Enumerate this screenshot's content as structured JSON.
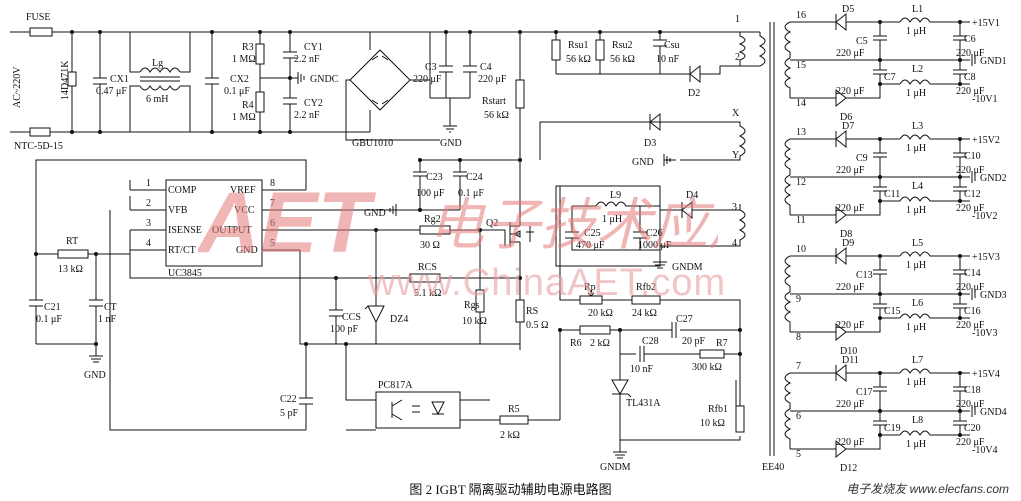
{
  "caption": "图 2  IGBT 隔离驱动辅助电源电路图",
  "watermark": {
    "logo": "AET",
    "brand_cn": "电子技术应用",
    "url": "www.ChinaAET.com"
  },
  "corner_mark": "电子发烧友 www.elecfans.com",
  "labels": {
    "fuse": "FUSE",
    "ac": "AC~220V",
    "varistor": "14D471K",
    "ntc": "NTC-5D-15",
    "cx1_n": "CX1",
    "cx1_v": "0.47 μF",
    "lg_n": "Lg",
    "lg_v": "6 mH",
    "r3_n": "R3",
    "r3_v": "1 MΩ",
    "cx2_n": "CX2",
    "cx2_v": "0.1 μF",
    "r4_n": "R4",
    "r4_v": "1 MΩ",
    "cy1_n": "CY1",
    "cy1_v": "2.2 nF",
    "gndc": "GNDC",
    "cy2_n": "CY2",
    "cy2_v": "2.2 nF",
    "bridge": "GBU1010",
    "c3_n": "C3",
    "c3_v": "220 μF",
    "c4_n": "C4",
    "c4_v": "220 μF",
    "gnd": "GND",
    "rsu1_n": "Rsu1",
    "rsu1_v": "56 kΩ",
    "rsu2_n": "Rsu2",
    "rsu2_v": "56 kΩ",
    "csu_n": "Csu",
    "csu_v": "10 nF",
    "d2": "D2",
    "rstart_n": "Rstart",
    "rstart_v": "56 kΩ",
    "d3": "D3",
    "p1": "1",
    "p2": "2",
    "px": "X",
    "py": "Y",
    "ic": "UC3845",
    "pin1": "COMP",
    "pin2": "VFB",
    "pin3": "ISENSE",
    "pin4": "RT/CT",
    "pin8": "VREF",
    "pin7": "VCC",
    "pin6": "OUTPUT",
    "pin5": "GND",
    "n1": "1",
    "n2": "2",
    "n3": "3",
    "n4": "4",
    "n5": "5",
    "n6": "6",
    "n7": "7",
    "n8": "8",
    "c23_n": "C23",
    "c23_v": "100 μF",
    "c24_n": "C24",
    "c24_v": "0.1 μF",
    "rg2_n": "Rg2",
    "rg2_v": "30 Ω",
    "q2": "Q2",
    "rcs_n": "RCS",
    "rcs_v": "5.1 kΩ",
    "rgs_n": "Rgs",
    "rgs_v": "10 kΩ",
    "rs_n": "RS",
    "rs_v": "0.5 Ω",
    "rt_n": "RT",
    "rt_v": "13 kΩ",
    "c21_n": "C21",
    "c21_v": "0.1 μF",
    "ct_n": "CT",
    "ct_v": "1 nF",
    "ccs_n": "CCS",
    "ccs_v": "100 pF",
    "dz4": "DZ4",
    "c22_n": "C22",
    "c22_v": "5 pF",
    "pc817": "PC817A",
    "r5_n": "R5",
    "r5_v": "2 kΩ",
    "l9_n": "L9",
    "l9_v": "1 μH",
    "c25_n": "C25",
    "c25_v": "470 μF",
    "c26_n": "C26",
    "c26_v": "1000 μF",
    "d4": "D4",
    "gndm": "GNDM",
    "p3": "3",
    "p4": "4",
    "rp_n": "Rp",
    "rp_v": "20 kΩ",
    "rfb2_n": "Rfb2",
    "rfb2_v": "24 kΩ",
    "r6_n": "R6",
    "r6_v": "2 kΩ",
    "c28_n": "C28",
    "c28_v": "10 nF",
    "c27_n": "C27",
    "c27_v": "20 pF",
    "r7_n": "R7",
    "r7_v": "300 kΩ",
    "tl431": "TL431A",
    "rfb1_n": "Rfb1",
    "rfb1_v": "10 kΩ",
    "xfmr": "EE40"
  },
  "outputs": [
    {
      "p_top": "16",
      "p_mid": "15",
      "p_bot": "14",
      "d_top": "D5",
      "d_bot": "D6",
      "l1": "L1",
      "l2": "L2",
      "lv": "1 μH",
      "ca": "C5",
      "cb": "C6",
      "cc": "C7",
      "cd": "C8",
      "cv": "220 μF",
      "vp": "+15V1",
      "g": "GND1",
      "vn": "-10V1"
    },
    {
      "p_top": "13",
      "p_mid": "12",
      "p_bot": "11",
      "d_top": "D7",
      "d_bot": "D8",
      "l1": "L3",
      "l2": "L4",
      "lv": "1 μH",
      "ca": "C9",
      "cb": "C10",
      "cc": "C11",
      "cd": "C12",
      "cv": "220 μF",
      "vp": "+15V2",
      "g": "GND2",
      "vn": "-10V2"
    },
    {
      "p_top": "10",
      "p_mid": "9",
      "p_bot": "8",
      "d_top": "D9",
      "d_bot": "D10",
      "l1": "L5",
      "l2": "L6",
      "lv": "1 μH",
      "ca": "C13",
      "cb": "C14",
      "cc": "C15",
      "cd": "C16",
      "cv": "220 μF",
      "vp": "+15V3",
      "g": "GND3",
      "vn": "-10V3"
    },
    {
      "p_top": "7",
      "p_mid": "6",
      "p_bot": "5",
      "d_top": "D11",
      "d_bot": "D12",
      "l1": "L7",
      "l2": "L8",
      "lv": "1 μH",
      "ca": "C17",
      "cb": "C18",
      "cc": "C19",
      "cd": "C20",
      "cv": "220 μF",
      "vp": "+15V4",
      "g": "GND4",
      "vn": "-10V4"
    }
  ]
}
